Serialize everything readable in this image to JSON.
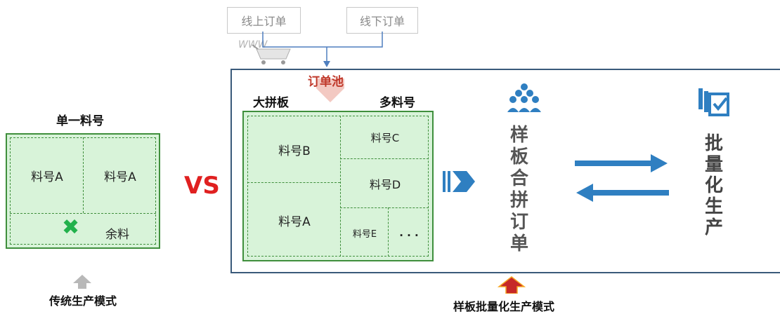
{
  "traditional": {
    "title": "单一料号",
    "cell_a1": "料号A",
    "cell_a2": "料号A",
    "leftover": "余料",
    "mode_label": "传统生产模式"
  },
  "vs_label": "VS",
  "orders": {
    "online": "线上订单",
    "offline": "线下订单",
    "pool": "订单池"
  },
  "combined": {
    "big_board": "大拼板",
    "multi_part": "多料号",
    "part_b": "料号B",
    "part_c": "料号C",
    "part_d": "料号D",
    "part_a": "料号A",
    "part_e": "料号E",
    "ellipsis": ". . ."
  },
  "process": {
    "merge_chars": [
      "样",
      "板",
      "合",
      "拼",
      "订",
      "单"
    ],
    "batch_chars": [
      "批",
      "量",
      "化",
      "生",
      "产"
    ]
  },
  "mode_label_new": "样板批量化生产模式",
  "colors": {
    "panel_fill": "#d8f3d9",
    "panel_border": "#3f8f3c",
    "accent_blue": "#2f7fc1",
    "vs_red": "#e02020",
    "pool_red": "#c0392b"
  }
}
